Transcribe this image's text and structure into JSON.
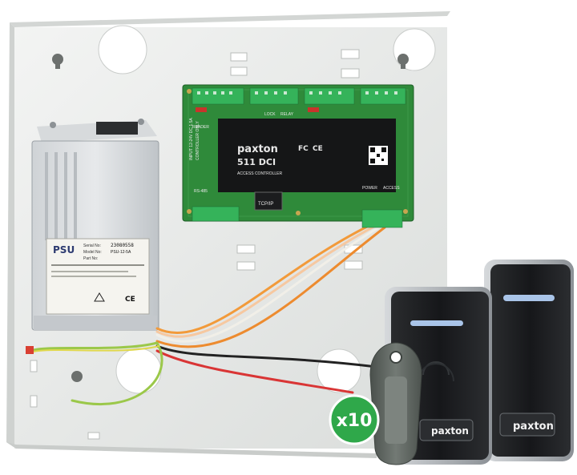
{
  "controller": {
    "brand": "paxton",
    "model": "511 DCI",
    "subtitle": "ACCESS CONTROLLER",
    "supply_note": "INPUT 12-24V DC 1.5A",
    "supply_note2": "CONTROLLER ONLY",
    "connector_labels": {
      "readers": "READER",
      "lock": "LOCK",
      "relay": "RELAY",
      "tcpip": "TCP/IP",
      "power": "POWER",
      "access": "ACCESS",
      "rs485": "RS-485"
    },
    "ce_mark": "CE",
    "fc_mark": "FC"
  },
  "psu": {
    "brand": "PSU",
    "serial_label": "Serial No:",
    "serial_value": "23080558",
    "model_label": "Model No:",
    "model_value": "PSU-12-5A",
    "part_label": "Part No:",
    "ce_mark": "CE"
  },
  "readers": {
    "brand_label": "paxton"
  },
  "badge": {
    "count_label": "x10"
  },
  "colors": {
    "enclosure": "#eceeed",
    "pcb": "#2f8a3a",
    "badge": "#2fa84a",
    "reader": "#1c1d1f",
    "fob": "#5e6460"
  }
}
